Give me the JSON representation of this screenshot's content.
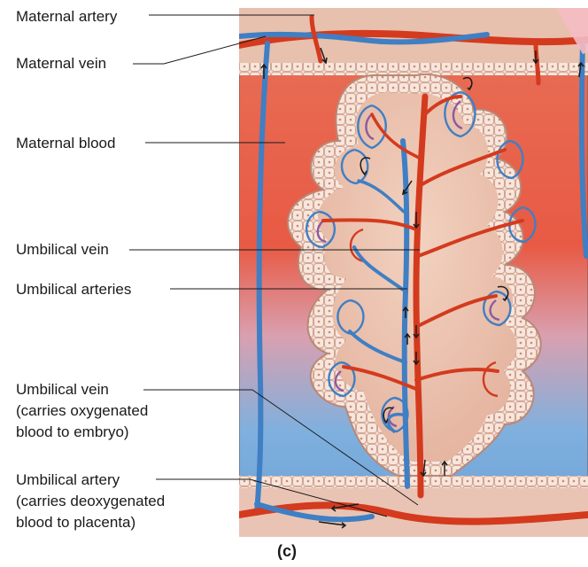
{
  "labels": {
    "maternal_artery": "Maternal artery",
    "maternal_vein": "Maternal vein",
    "maternal_blood": "Maternal blood",
    "umbilical_vein": "Umbilical vein",
    "umbilical_arteries": "Umbilical arteries",
    "umbilical_vein_note": {
      "line1": "Umbilical vein",
      "line2": "(carries oxygenated",
      "line3": "blood to embryo)"
    },
    "umbilical_artery_note": {
      "line1": "Umbilical artery",
      "line2": "(carries deoxygenated",
      "line3": "blood to placenta)"
    }
  },
  "caption": "(c)",
  "colors": {
    "artery": "#d43a1e",
    "vein": "#3f7fc4",
    "maternal_blood": "#ea5a44",
    "tissue": "#eab9a6",
    "cells": "#f3ddd0"
  }
}
